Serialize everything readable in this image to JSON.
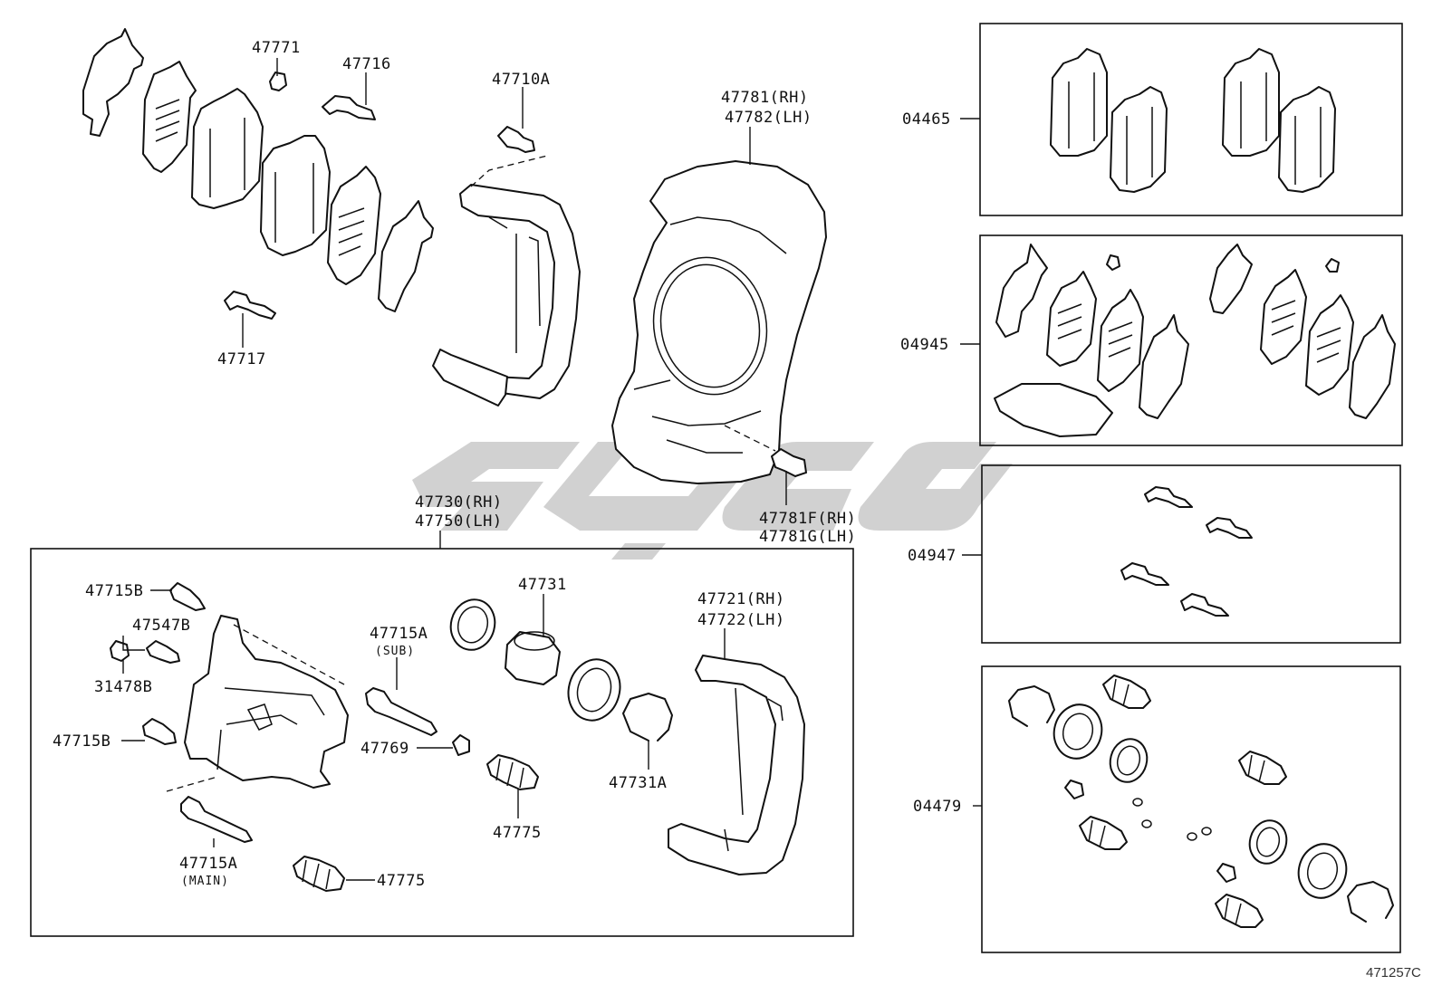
{
  "callouts": [
    {
      "id": "p47771",
      "lines": [
        "47771"
      ]
    },
    {
      "id": "p47716",
      "lines": [
        "47716"
      ]
    },
    {
      "id": "p47710A",
      "lines": [
        "47710A"
      ]
    },
    {
      "id": "p47781",
      "lines": [
        "47781(RH)",
        "47782(LH)"
      ]
    },
    {
      "id": "p47717",
      "lines": [
        "47717"
      ]
    },
    {
      "id": "p47781F",
      "lines": [
        "47781F(RH)",
        "47781G(LH)"
      ]
    },
    {
      "id": "p47730",
      "lines": [
        "47730(RH)",
        "47750(LH)"
      ]
    },
    {
      "id": "p47715B_top",
      "lines": [
        "47715B"
      ]
    },
    {
      "id": "p47547B",
      "lines": [
        "47547B"
      ]
    },
    {
      "id": "p31478B",
      "lines": [
        "31478B"
      ]
    },
    {
      "id": "p47715B_bot",
      "lines": [
        "47715B"
      ]
    },
    {
      "id": "p47715A_sub",
      "lines": [
        "47715A"
      ],
      "note": "(SUB)"
    },
    {
      "id": "p47715A_main",
      "lines": [
        "47715A"
      ],
      "note": "(MAIN)"
    },
    {
      "id": "p47769",
      "lines": [
        "47769"
      ]
    },
    {
      "id": "p47731",
      "lines": [
        "47731"
      ]
    },
    {
      "id": "p47731A",
      "lines": [
        "47731A"
      ]
    },
    {
      "id": "p47775_mid",
      "lines": [
        "47775"
      ]
    },
    {
      "id": "p47775_bot",
      "lines": [
        "47775"
      ]
    },
    {
      "id": "p47721",
      "lines": [
        "47721(RH)",
        "47722(LH)"
      ]
    }
  ],
  "kits": [
    {
      "id": "kit04465",
      "label": "04465"
    },
    {
      "id": "kit04945",
      "label": "04945"
    },
    {
      "id": "kit04947",
      "label": "04947"
    },
    {
      "id": "kit04479",
      "label": "04479"
    }
  ],
  "figure_ref": "471257C"
}
